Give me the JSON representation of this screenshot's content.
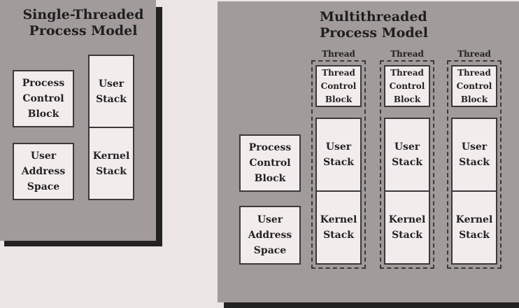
{
  "single": {
    "title": "Single-Threaded\nProcess Model",
    "pcb": "Process\nControl\nBlock",
    "uas": "User\nAddress\nSpace",
    "user_stack": "User\nStack",
    "kernel_stack": "Kernel\nStack"
  },
  "multi": {
    "title": "Multithreaded\nProcess Model",
    "pcb": "Process\nControl\nBlock",
    "uas": "User\nAddress\nSpace",
    "threads": [
      {
        "label": "Thread",
        "tcb": "Thread\nControl\nBlock",
        "user_stack": "User\nStack",
        "kernel_stack": "Kernel\nStack"
      },
      {
        "label": "Thread",
        "tcb": "Thread\nControl\nBlock",
        "user_stack": "User\nStack",
        "kernel_stack": "Kernel\nStack"
      },
      {
        "label": "Thread",
        "tcb": "Thread\nControl\nBlock",
        "user_stack": "User\nStack",
        "kernel_stack": "Kernel\nStack"
      }
    ]
  }
}
